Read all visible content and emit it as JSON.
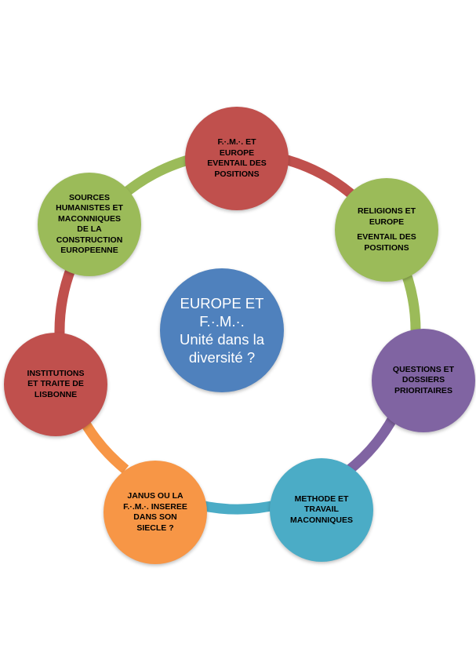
{
  "center": {
    "lines": [
      "EUROPE  ET",
      "F.·.M.·.",
      "Unité dans la",
      "diversité ?"
    ],
    "color": "#4f81bd"
  },
  "nodes": [
    {
      "id": "fm-europe",
      "lines": [
        "F.·.M.·. ET",
        "EUROPE",
        "EVENTAIL DES",
        "POSITIONS"
      ],
      "color": "#c0504d"
    },
    {
      "id": "religions-europe",
      "lines": [
        "RELIGIONS ET",
        "EUROPE",
        "",
        "EVENTAIL DES",
        "POSITIONS"
      ],
      "color": "#9bbb59"
    },
    {
      "id": "questions-dossiers",
      "lines": [
        "QUESTIONS ET",
        "DOSSIERS",
        "PRIORITAIRES"
      ],
      "color": "#8064a2"
    },
    {
      "id": "methode-travail",
      "lines": [
        "METHODE ET",
        "TRAVAIL",
        "MACONNIQUES"
      ],
      "color": "#4bacc6"
    },
    {
      "id": "janus",
      "lines": [
        "JANUS OU LA",
        "F.·.M.·. INSEREE",
        "DANS SON",
        "SIECLE ?"
      ],
      "color": "#f79646"
    },
    {
      "id": "institutions-lisbonne",
      "lines": [
        "INSTITUTIONS",
        "ET TRAITE DE",
        "LISBONNE"
      ],
      "color": "#c0504d"
    },
    {
      "id": "sources-humanistes",
      "lines": [
        "SOURCES",
        "HUMANISTES ET",
        "MACONNIQUES",
        "DE LA",
        "CONSTRUCTION",
        "EUROPEENNE"
      ],
      "color": "#9bbb59"
    }
  ],
  "connectors": [
    {
      "id": "arc-fm-to-religions",
      "color": "#c0504d"
    },
    {
      "id": "arc-religions-to-questions",
      "color": "#9bbb59"
    },
    {
      "id": "arc-questions-to-methode",
      "color": "#8064a2"
    },
    {
      "id": "arc-methode-to-janus",
      "color": "#4bacc6"
    },
    {
      "id": "arc-janus-to-institutions",
      "color": "#f79646"
    },
    {
      "id": "arc-institutions-to-sources",
      "color": "#c0504d"
    },
    {
      "id": "arc-sources-to-fm",
      "color": "#9bbb59"
    }
  ]
}
